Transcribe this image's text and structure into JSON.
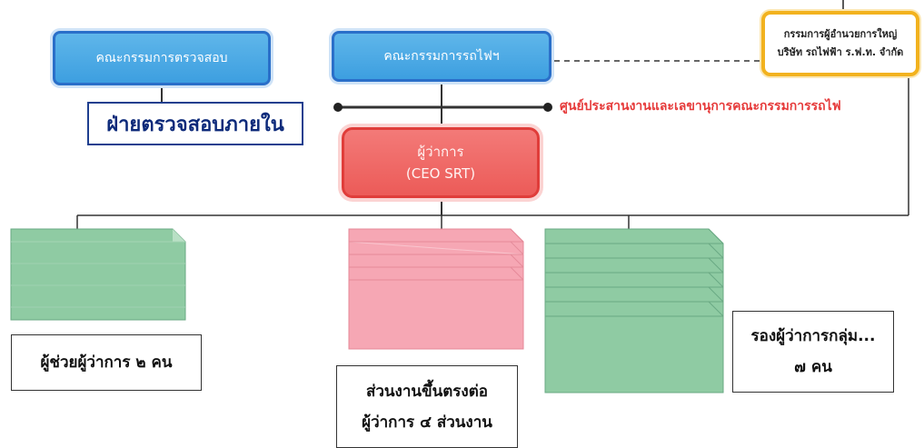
{
  "boxes": {
    "audit_committee": "คณะกรรมการตรวจสอบ",
    "railway_board": "คณะกรรมการรถไฟฯ",
    "subsidiary_director": {
      "line1": "กรรมการผู้อำนวยการใหญ่",
      "line2": "บริษัท รถไฟฟ้า ร.ฟ.ท. จำกัด"
    },
    "internal_audit": "ฝ่ายตรวจสอบภายใน",
    "coordination_center": "ศูนย์ประสานงานและเลขานุการคณะกรรมการรถไฟ",
    "governor": {
      "line1": "ผู้ว่าการ",
      "line2": "(CEO SRT)"
    }
  },
  "groups": {
    "assistants": "ผู้ช่วยผู้ว่าการ ๒ คน",
    "direct_units": {
      "line1": "ส่วนงานขึ้นตรงต่อ",
      "line2": "ผู้ว่าการ ๔ ส่วนงาน"
    },
    "deputies": {
      "line1": "รองผู้ว่าการกลุ่ม...",
      "line2": "๗ คน"
    }
  },
  "colors": {
    "blue": "#3d9fe0",
    "red": "#ec5b58",
    "yellow": "#f2b21e",
    "green_stack": "#8fcba3",
    "pink_stack": "#f6a7b4",
    "navy": "#1f3f8f"
  }
}
